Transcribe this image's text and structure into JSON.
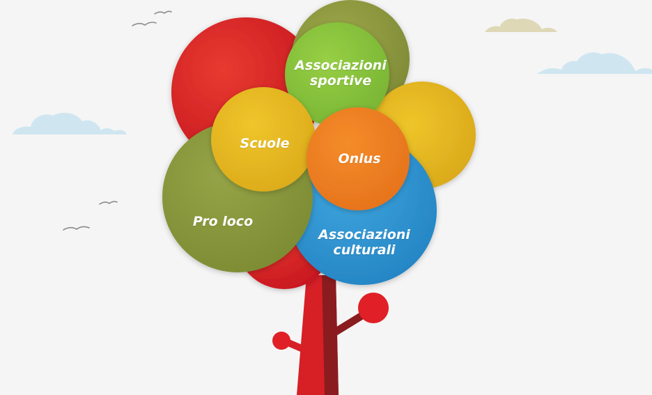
{
  "bubbles": {
    "sportive": {
      "line1": "Associazioni",
      "line2": "sportive",
      "color": "#8dc63f"
    },
    "scuole": {
      "label": "Scuole",
      "color": "#e5bf20"
    },
    "onlus": {
      "label": "Onlus",
      "color": "#ef7f22"
    },
    "proloco": {
      "label": "Pro loco",
      "color": "#8a9a3a"
    },
    "culturali": {
      "line1": "Associazioni",
      "line2": "culturali",
      "color": "#2f97d4"
    }
  },
  "palette": {
    "red": "#e01f26",
    "olive": "#8f9a3e",
    "yellow": "#e3b820",
    "trunk": "#d71f26",
    "sky_cloud": "#cfe6f1",
    "sand_cloud": "#ded8b6",
    "background": "#f5f5f5"
  }
}
